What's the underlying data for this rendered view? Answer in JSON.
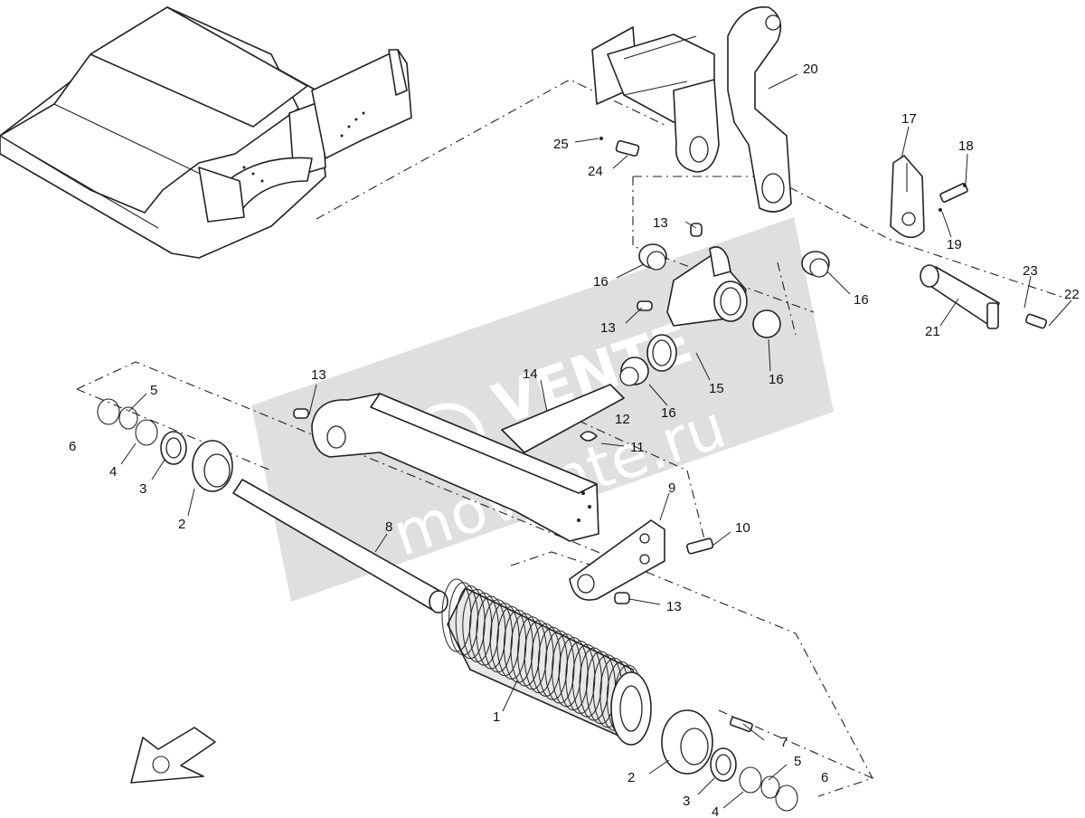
{
  "watermark": {
    "brand_text": "VENTE",
    "url_text": "movente.ru"
  },
  "callouts": {
    "c1": "1",
    "c2a": "2",
    "c2b": "2",
    "c3a": "3",
    "c3b": "3",
    "c4a": "4",
    "c4b": "4",
    "c5a": "5",
    "c5b": "5",
    "c6a": "6",
    "c6b": "6",
    "c7": "7",
    "c8": "8",
    "c9": "9",
    "c10": "10",
    "c11": "11",
    "c12": "12",
    "c13a": "13",
    "c13b": "13",
    "c13c": "13",
    "c13d": "13",
    "c14": "14",
    "c15": "15",
    "c16a": "16",
    "c16b": "16",
    "c16c": "16",
    "c16d": "16",
    "c17": "17",
    "c18": "18",
    "c19": "19",
    "c20": "20",
    "c21": "21",
    "c22": "22",
    "c23": "23",
    "c24": "24",
    "c25": "25"
  }
}
